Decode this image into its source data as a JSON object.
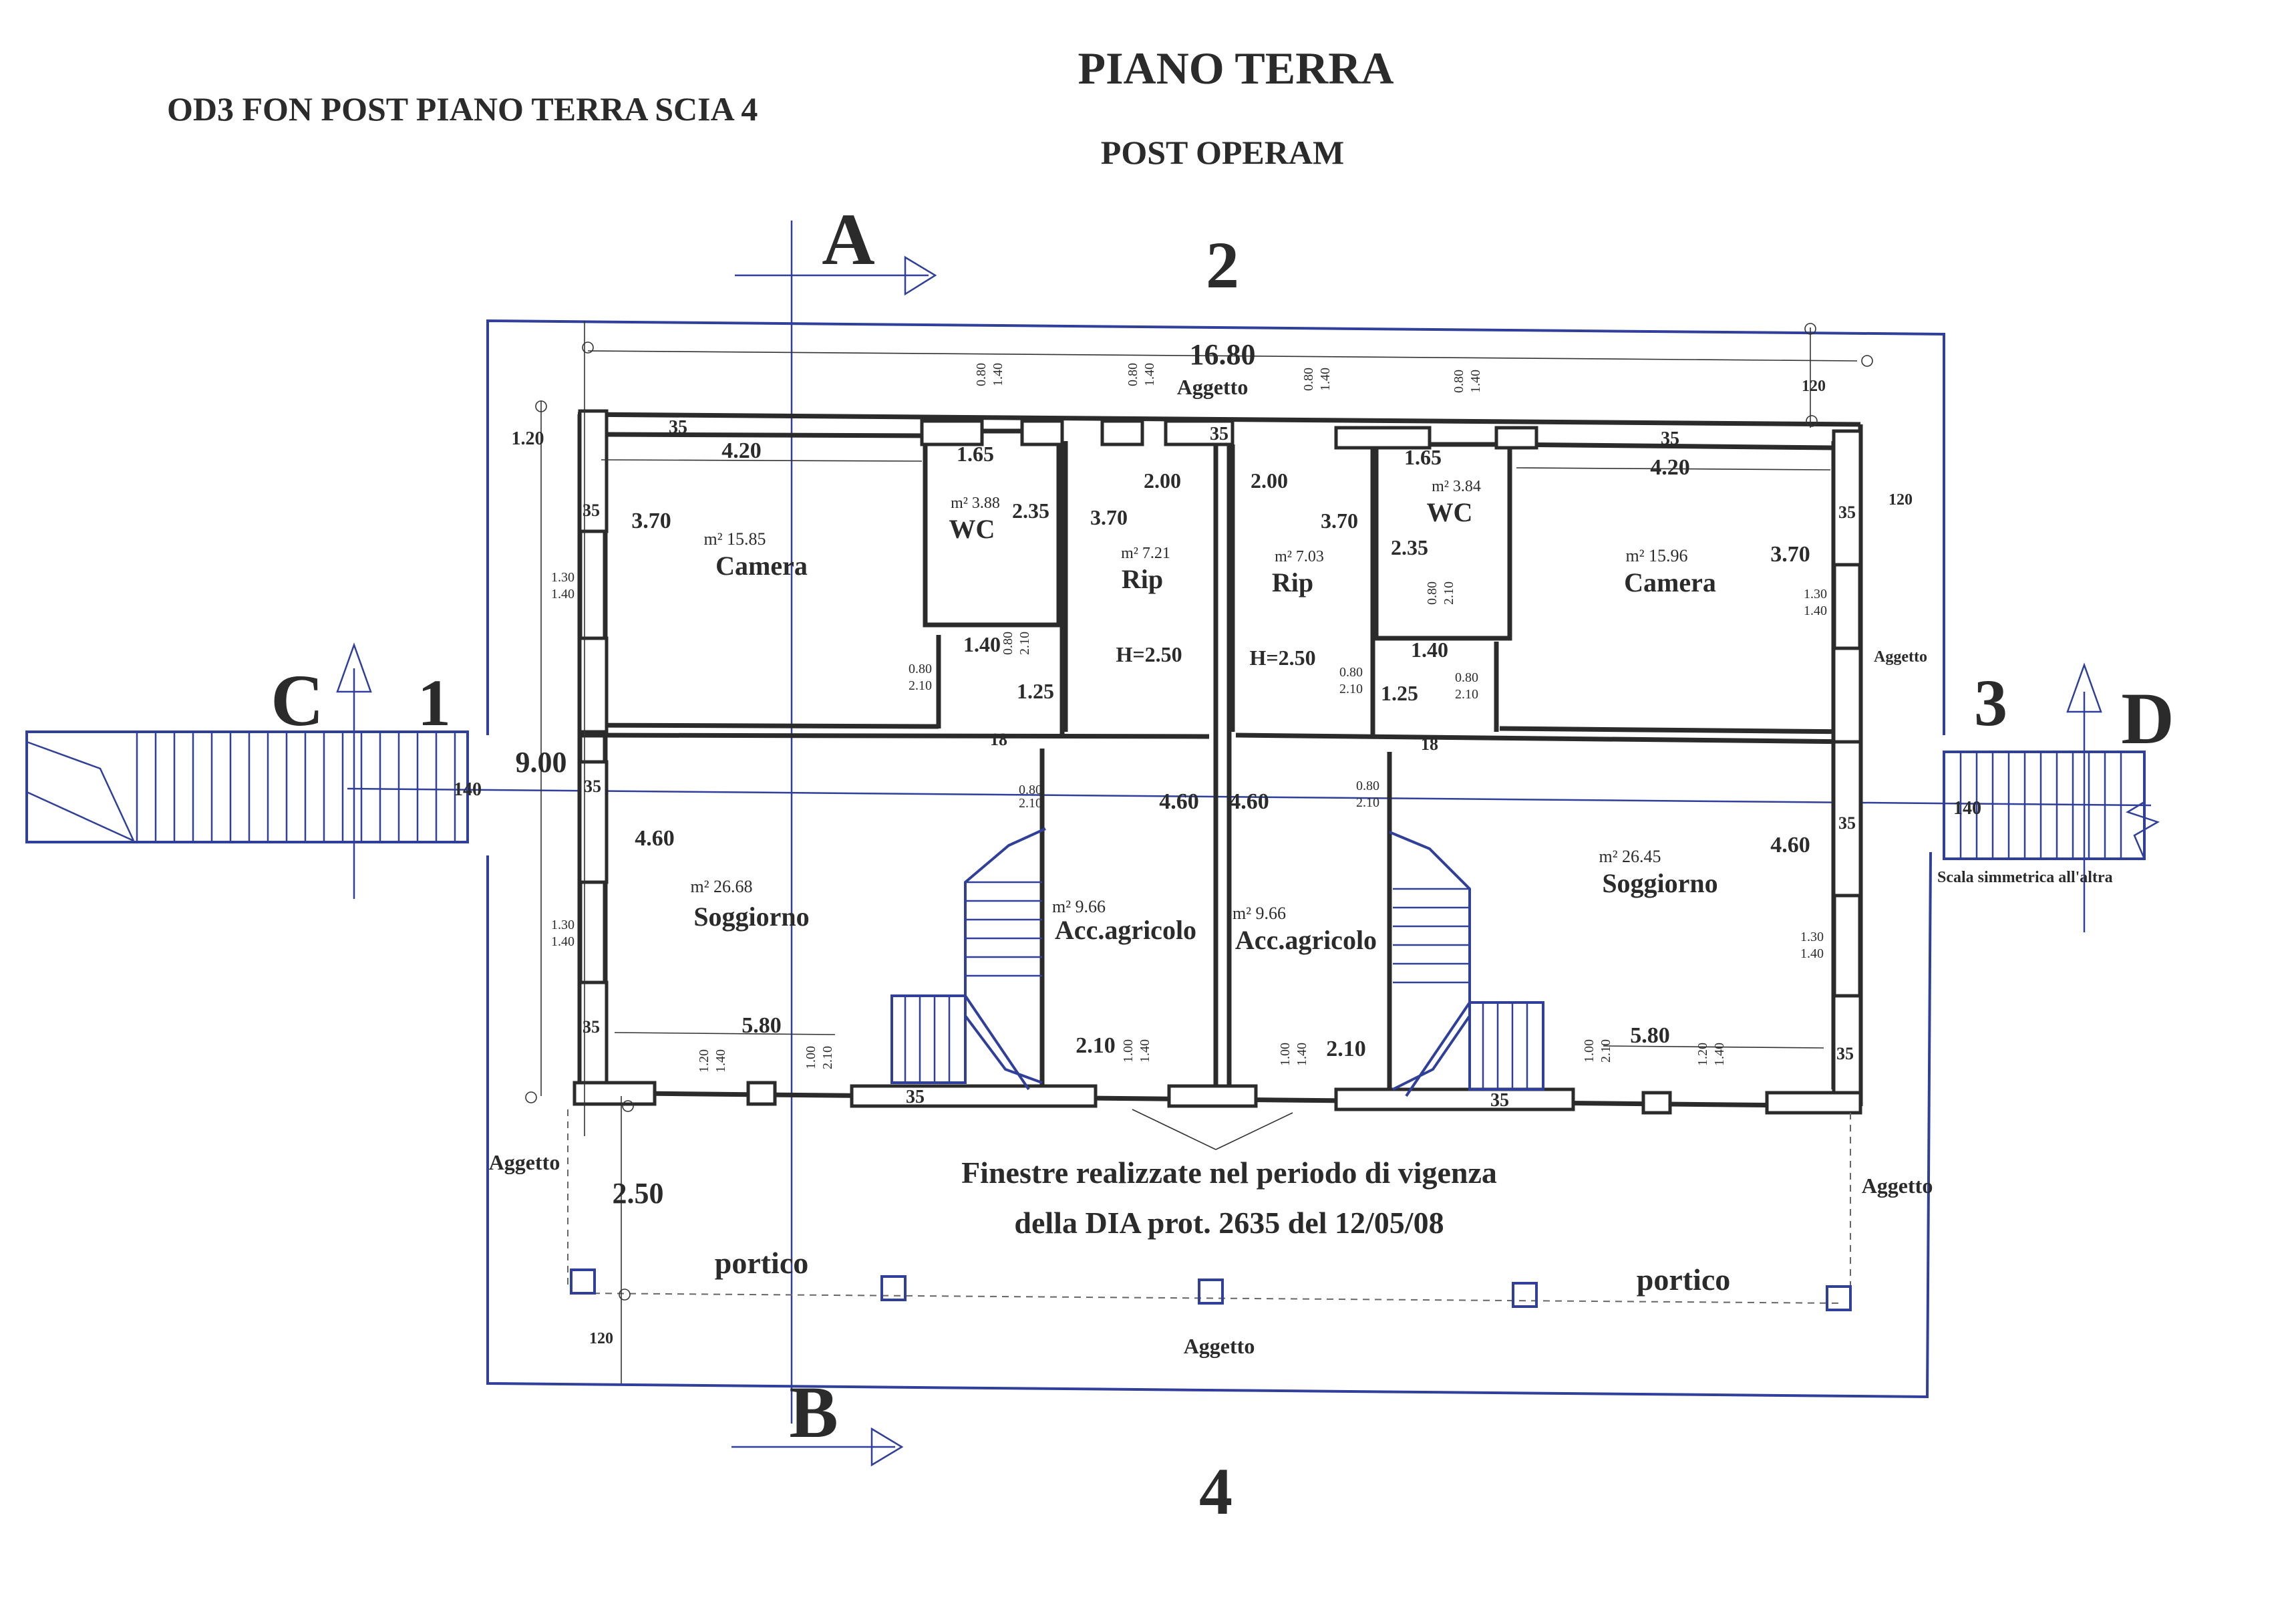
{
  "header": {
    "file_label": "OD3 FON POST PIANO TERRA SCIA 4",
    "title": "PIANO TERRA",
    "subtitle": "POST OPERAM"
  },
  "facades": {
    "top": "2",
    "bottom": "4",
    "left": "1",
    "right": "3"
  },
  "sections": {
    "a": "A",
    "b": "B",
    "c": "C",
    "d": "D"
  },
  "overall": {
    "width": "16.80",
    "depth": "9.00",
    "porch_depth": "2.50"
  },
  "aggetto_label": "Aggetto",
  "rooms": {
    "camera_left": {
      "name": "Camera",
      "area": "m² 15.85",
      "w": "4.20",
      "h": "3.70"
    },
    "wc_left": {
      "name": "WC",
      "area": "m² 3.88",
      "w": "1.65",
      "h": "2.35"
    },
    "rip_left": {
      "name": "Rip",
      "area": "m² 7.21",
      "w": "2.00",
      "h": "3.70",
      "height": "H=2.50"
    },
    "rip_right": {
      "name": "Rip",
      "area": "m² 7.03",
      "w": "2.00",
      "h": "3.70",
      "height": "H=2.50"
    },
    "wc_right": {
      "name": "WC",
      "area": "m² 3.84",
      "w": "1.65",
      "h": "2.35"
    },
    "camera_right": {
      "name": "Camera",
      "area": "m² 15.96",
      "w": "4.20",
      "h": "3.70"
    },
    "soggiorno_left": {
      "name": "Soggiorno",
      "area": "m² 26.68",
      "w": "5.80",
      "h": "4.60"
    },
    "acc_left": {
      "name": "Acc.agricolo",
      "area": "m² 9.66",
      "w": "2.10",
      "h": "4.60"
    },
    "acc_right": {
      "name": "Acc.agricolo",
      "area": "m² 9.66",
      "w": "2.10",
      "h": "4.60"
    },
    "soggiorno_right": {
      "name": "Soggiorno",
      "area": "m² 26.45",
      "w": "5.80",
      "h": "4.60"
    }
  },
  "wall_labels": {
    "t35": "35",
    "d18": "18",
    "d120": "120",
    "d140": "140",
    "d125": "1.25",
    "d140b": "1.40",
    "d120b": "1.20"
  },
  "openings": {
    "win_080_140": [
      "0.80",
      "1.40"
    ],
    "win_130_140": [
      "1.30",
      "1.40"
    ],
    "door_080_210": [
      "0.80",
      "2.10"
    ],
    "win_120_140": [
      "1.20",
      "1.40"
    ],
    "door_100_210": [
      "1.00",
      "2.10"
    ],
    "win_100_140": [
      "1.00",
      "1.40"
    ]
  },
  "porch": {
    "left": "portico",
    "right": "portico"
  },
  "note": {
    "line1": "Finestre realizzate nel periodo di vigenza",
    "line2": "della DIA prot. 2635 del 12/05/08"
  },
  "stair_note": "Scala simmetrica all'altra"
}
